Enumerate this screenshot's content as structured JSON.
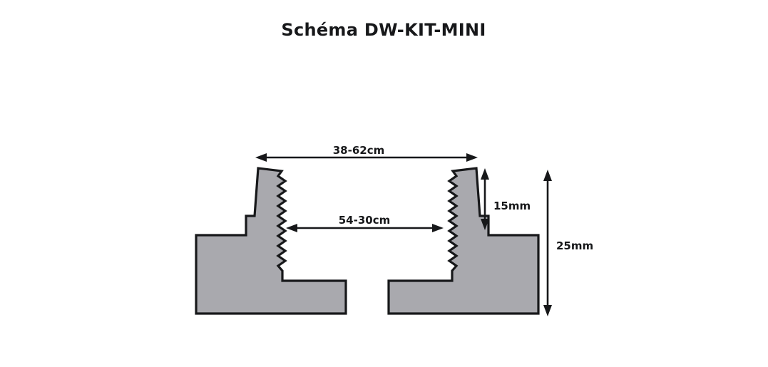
{
  "title": "Schéma DW-KIT-MINI",
  "colors": {
    "background": "#ffffff",
    "part_fill": "#a9a9ae",
    "outline": "#17181a",
    "text": "#17181a"
  },
  "dimensions": {
    "outer_width": "38-62cm",
    "inner_width": "54-30cm",
    "flange_height": "15mm",
    "total_height": "25mm"
  },
  "labels": {
    "outer_width": "38-62cm",
    "inner_width": "54-30cm",
    "flange_height": "15mm",
    "total_height": "25mm"
  },
  "parts": [
    {
      "name": "left-profile",
      "description": "left mirrored extrusion profile with serrated inner edge"
    },
    {
      "name": "right-profile",
      "description": "right mirrored extrusion profile with serrated inner edge"
    }
  ]
}
